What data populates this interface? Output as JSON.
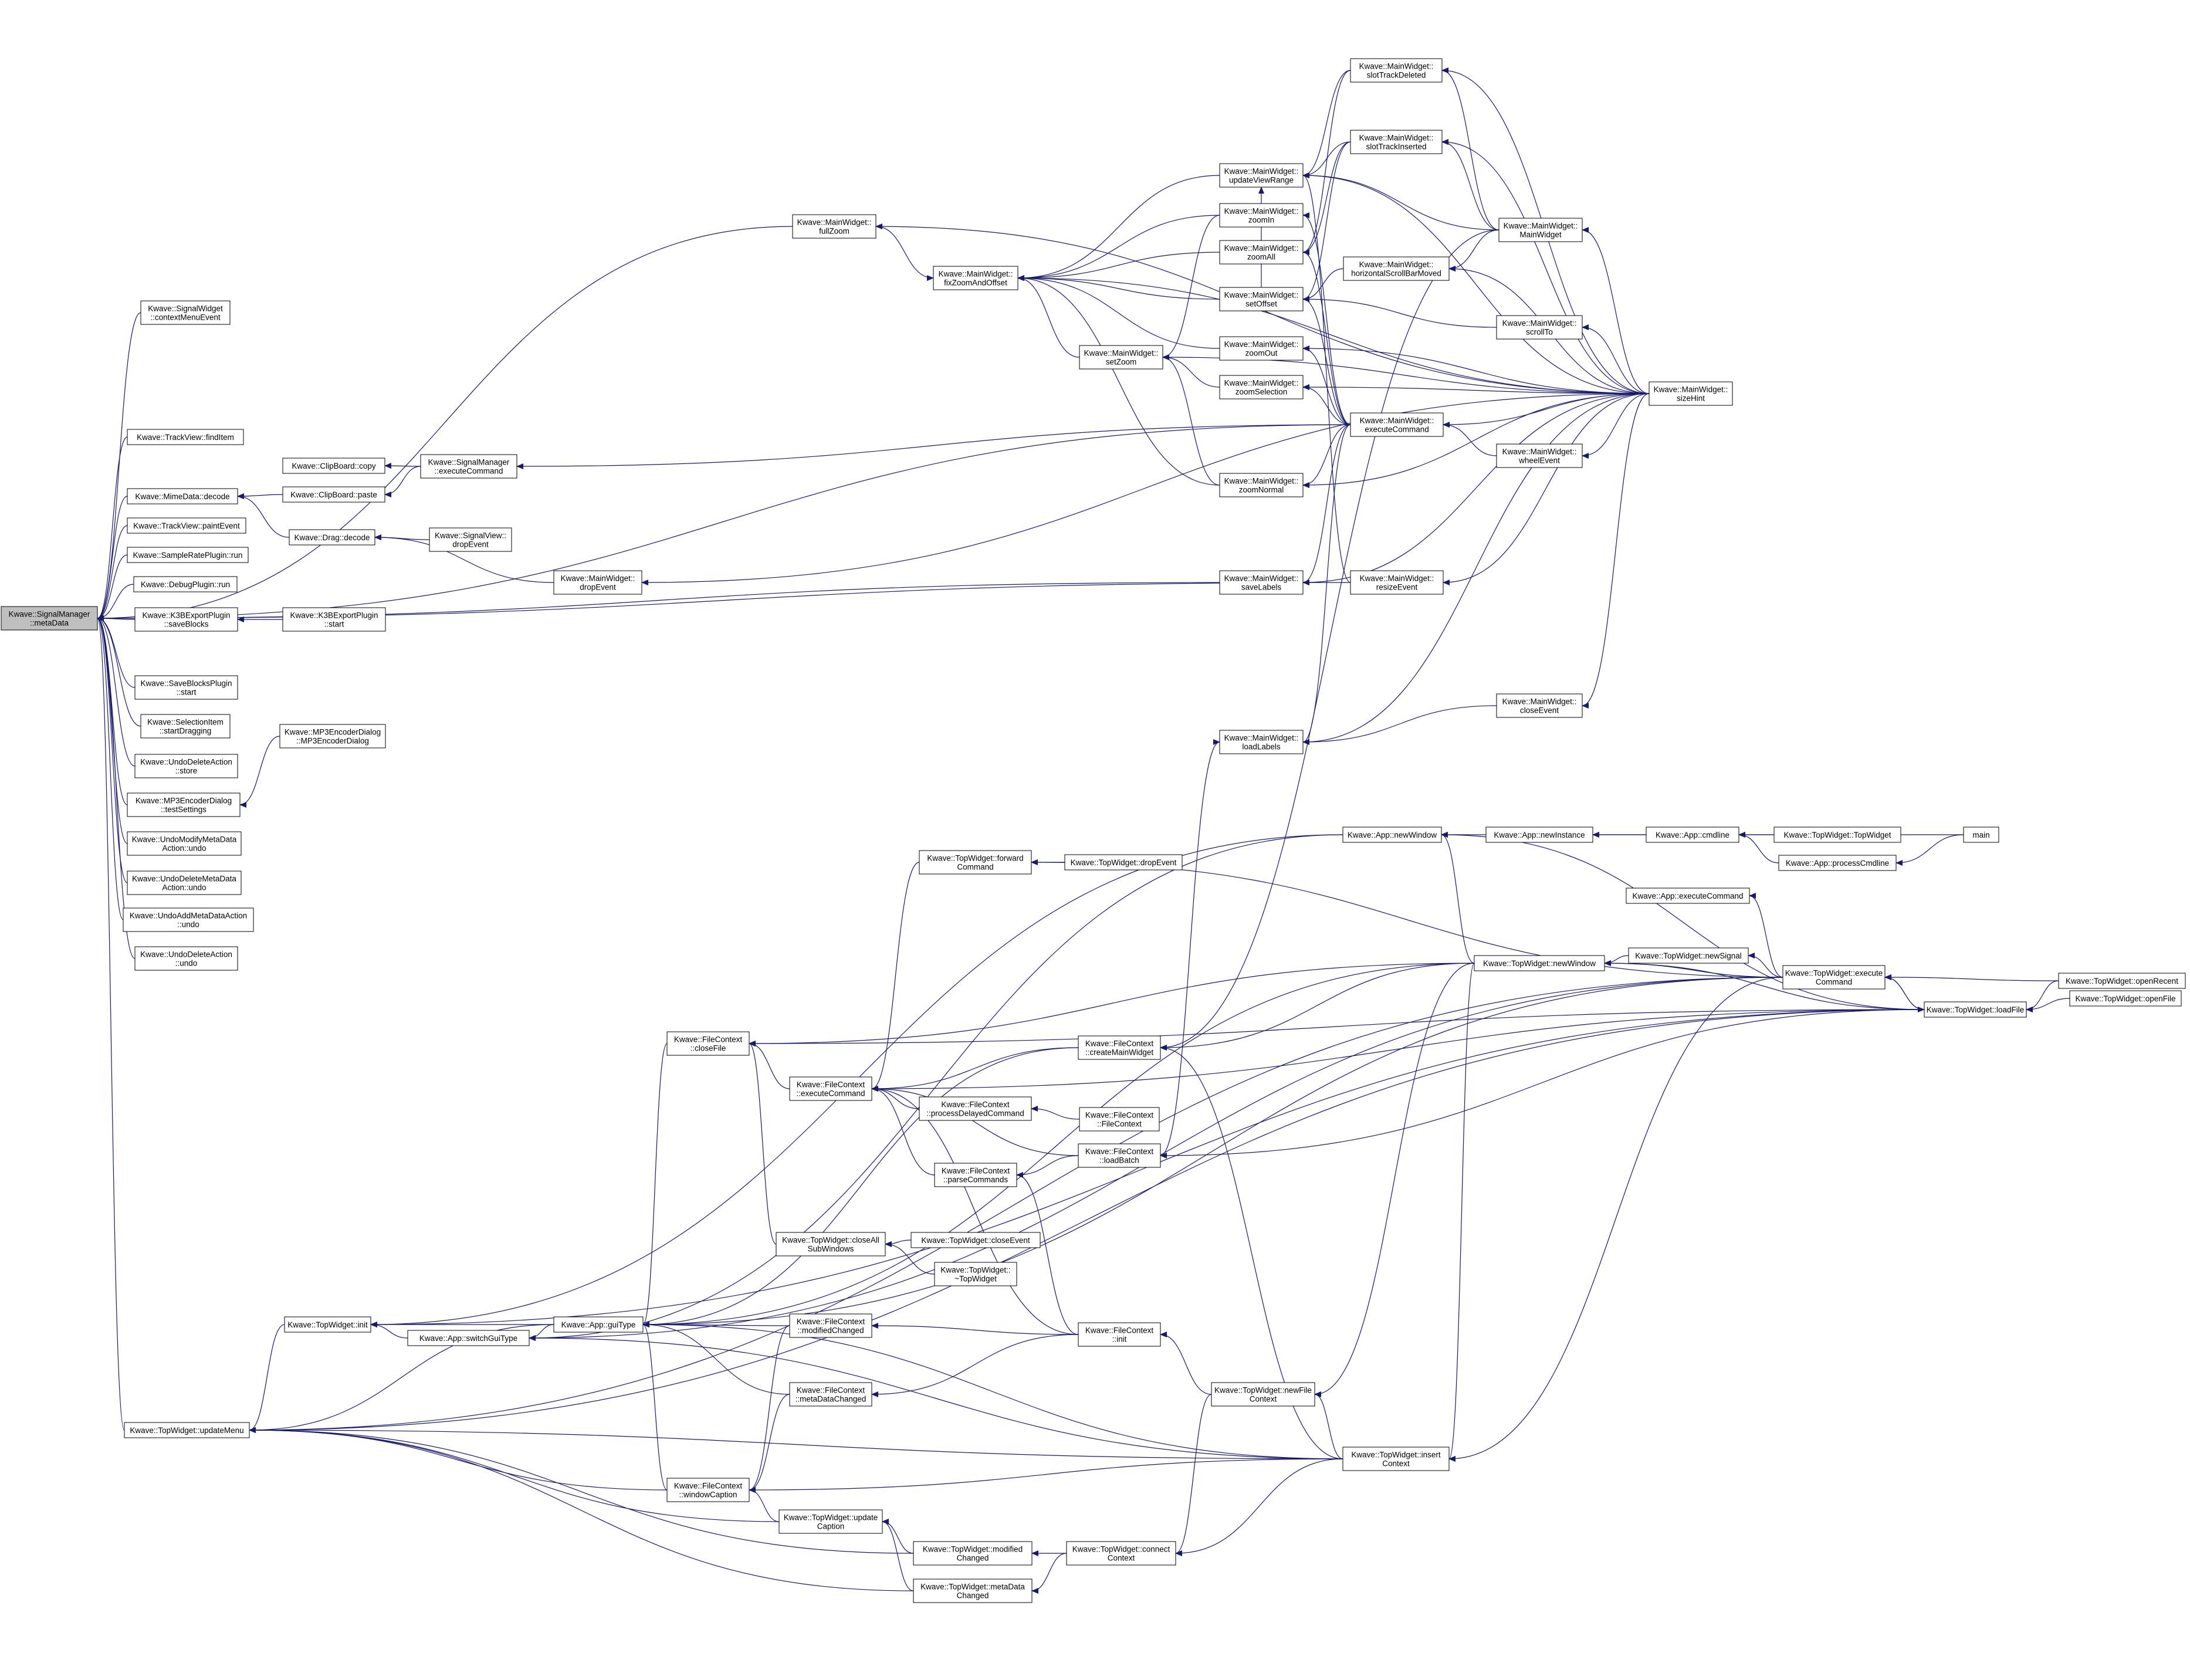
{
  "colors": {
    "edge": "#191970",
    "node_border": "#000000",
    "node_fill": "#ffffff",
    "root_fill": "#bfbfbf",
    "text": "#000000"
  },
  "nodes": {
    "root": {
      "lines": [
        "Kwave::SignalManager",
        "::metaData"
      ]
    },
    "sw_ctx": {
      "lines": [
        "Kwave::SignalWidget",
        "::contextMenuEvent"
      ]
    },
    "tv_find": {
      "lines": [
        "Kwave::TrackView::findItem"
      ]
    },
    "md_decode": {
      "lines": [
        "Kwave::MimeData::decode"
      ]
    },
    "tv_paint": {
      "lines": [
        "Kwave::TrackView::paintEvent"
      ]
    },
    "srp_run": {
      "lines": [
        "Kwave::SampleRatePlugin::run"
      ]
    },
    "dbg_run": {
      "lines": [
        "Kwave::DebugPlugin::run"
      ]
    },
    "k3b_save": {
      "lines": [
        "Kwave::K3BExportPlugin",
        "::saveBlocks"
      ]
    },
    "sbp_start": {
      "lines": [
        "Kwave::SaveBlocksPlugin",
        "::start"
      ]
    },
    "sel_drag": {
      "lines": [
        "Kwave::SelectionItem",
        "::startDragging"
      ]
    },
    "uda_store": {
      "lines": [
        "Kwave::UndoDeleteAction",
        "::store"
      ]
    },
    "mp3_test": {
      "lines": [
        "Kwave::MP3EncoderDialog",
        "::testSettings"
      ]
    },
    "umm_undo": {
      "lines": [
        "Kwave::UndoModifyMetaData",
        "Action::undo"
      ]
    },
    "udm_undo": {
      "lines": [
        "Kwave::UndoDeleteMetaData",
        "Action::undo"
      ]
    },
    "uam_undo": {
      "lines": [
        "Kwave::UndoAddMetaDataAction",
        "::undo"
      ]
    },
    "uda_undo": {
      "lines": [
        "Kwave::UndoDeleteAction",
        "::undo"
      ]
    },
    "tw_updmenu": {
      "lines": [
        "Kwave::TopWidget::updateMenu"
      ]
    },
    "cb_copy": {
      "lines": [
        "Kwave::ClipBoard::copy"
      ]
    },
    "cb_paste": {
      "lines": [
        "Kwave::ClipBoard::paste"
      ]
    },
    "drag_decode": {
      "lines": [
        "Kwave::Drag::decode"
      ]
    },
    "k3b_start": {
      "lines": [
        "Kwave::K3BExportPlugin",
        "::start"
      ]
    },
    "mp3_ctor": {
      "lines": [
        "Kwave::MP3EncoderDialog",
        "::MP3EncoderDialog"
      ]
    },
    "tw_init": {
      "lines": [
        "Kwave::TopWidget::init"
      ]
    },
    "sm_exec": {
      "lines": [
        "Kwave::SignalManager",
        "::executeCommand"
      ]
    },
    "sv_drop": {
      "lines": [
        "Kwave::SignalView::",
        "dropEvent"
      ]
    },
    "app_switch": {
      "lines": [
        "Kwave::App::switchGuiType"
      ]
    },
    "app_gui": {
      "lines": [
        "Kwave::App::guiType"
      ]
    },
    "mw_drop": {
      "lines": [
        "Kwave::MainWidget::",
        "dropEvent"
      ]
    },
    "mw_full": {
      "lines": [
        "Kwave::MainWidget::",
        "fullZoom"
      ]
    },
    "fc_close": {
      "lines": [
        "Kwave::FileContext",
        "::closeFile"
      ]
    },
    "fc_wincap": {
      "lines": [
        "Kwave::FileContext",
        "::windowCaption"
      ]
    },
    "tw_closeall": {
      "lines": [
        "Kwave::TopWidget::closeAll",
        "SubWindows"
      ]
    },
    "fc_exec": {
      "lines": [
        "Kwave::FileContext",
        "::executeCommand"
      ]
    },
    "fc_modch": {
      "lines": [
        "Kwave::FileContext",
        "::modifiedChanged"
      ]
    },
    "fc_mdch": {
      "lines": [
        "Kwave::FileContext",
        "::metaDataChanged"
      ]
    },
    "tw_updcap": {
      "lines": [
        "Kwave::TopWidget::update",
        "Caption"
      ]
    },
    "tw_fwd": {
      "lines": [
        "Kwave::TopWidget::forward",
        "Command"
      ]
    },
    "fc_pdc": {
      "lines": [
        "Kwave::FileContext",
        "::processDelayedCommand"
      ]
    },
    "fc_parse": {
      "lines": [
        "Kwave::FileContext",
        "::parseCommands"
      ]
    },
    "tw_closeev": {
      "lines": [
        "Kwave::TopWidget::closeEvent"
      ]
    },
    "tw_dtor": {
      "lines": [
        "Kwave::TopWidget::",
        "~TopWidget"
      ]
    },
    "tw_modch": {
      "lines": [
        "Kwave::TopWidget::modified",
        "Changed"
      ]
    },
    "tw_mdch": {
      "lines": [
        "Kwave::TopWidget::metaData",
        "Changed"
      ]
    },
    "mw_fixzoom": {
      "lines": [
        "Kwave::MainWidget::",
        "fixZoomAndOffset"
      ]
    },
    "tw_fwddrop": {
      "lines": [
        "Kwave::TopWidget::dropEvent"
      ]
    },
    "fc_create": {
      "lines": [
        "Kwave::FileContext",
        "::createMainWidget"
      ]
    },
    "fc_ctor": {
      "lines": [
        "Kwave::FileContext",
        "::FileContext"
      ]
    },
    "fc_loadbatch": {
      "lines": [
        "Kwave::FileContext",
        "::loadBatch"
      ]
    },
    "fc_init": {
      "lines": [
        "Kwave::FileContext",
        "::init"
      ]
    },
    "tw_conn": {
      "lines": [
        "Kwave::TopWidget::connect",
        "Context"
      ]
    },
    "mw_setzoom": {
      "lines": [
        "Kwave::MainWidget::",
        "setZoom"
      ]
    },
    "mw_uvr": {
      "lines": [
        "Kwave::MainWidget::",
        "updateViewRange"
      ]
    },
    "mw_zoomin": {
      "lines": [
        "Kwave::MainWidget::",
        "zoomIn"
      ]
    },
    "mw_zoomall": {
      "lines": [
        "Kwave::MainWidget::",
        "zoomAll"
      ]
    },
    "mw_setoff": {
      "lines": [
        "Kwave::MainWidget::",
        "setOffset"
      ]
    },
    "mw_zoomout": {
      "lines": [
        "Kwave::MainWidget::",
        "zoomOut"
      ]
    },
    "mw_zoomsel": {
      "lines": [
        "Kwave::MainWidget::",
        "zoomSelection"
      ]
    },
    "mw_zoomnorm": {
      "lines": [
        "Kwave::MainWidget::",
        "zoomNormal"
      ]
    },
    "mw_savelab": {
      "lines": [
        "Kwave::MainWidget::",
        "saveLabels"
      ]
    },
    "mw_loadlab": {
      "lines": [
        "Kwave::MainWidget::",
        "loadLabels"
      ]
    },
    "tw_newfile": {
      "lines": [
        "Kwave::TopWidget::newFile",
        "Context"
      ]
    },
    "app_newwin": {
      "lines": [
        "Kwave::App::newWindow"
      ]
    },
    "mw_trdel": {
      "lines": [
        "Kwave::MainWidget::",
        "slotTrackDeleted"
      ]
    },
    "mw_trins": {
      "lines": [
        "Kwave::MainWidget::",
        "slotTrackInserted"
      ]
    },
    "mw_hscroll": {
      "lines": [
        "Kwave::MainWidget::",
        "horizontalScrollBarMoved"
      ]
    },
    "mw_exec": {
      "lines": [
        "Kwave::MainWidget::",
        "executeCommand"
      ]
    },
    "mw_resize": {
      "lines": [
        "Kwave::MainWidget::",
        "resizeEvent"
      ]
    },
    "tw_insctx": {
      "lines": [
        "Kwave::TopWidget::insert",
        "Context"
      ]
    },
    "app_newinst": {
      "lines": [
        "Kwave::App::newInstance"
      ]
    },
    "tw_newwin": {
      "lines": [
        "Kwave::TopWidget::newWindow"
      ]
    },
    "mw_ctor": {
      "lines": [
        "Kwave::MainWidget::",
        "MainWidget"
      ]
    },
    "mw_scroll": {
      "lines": [
        "Kwave::MainWidget::",
        "scrollTo"
      ]
    },
    "mw_wheel": {
      "lines": [
        "Kwave::MainWidget::",
        "wheelEvent"
      ]
    },
    "mw_closeev": {
      "lines": [
        "Kwave::MainWidget::",
        "closeEvent"
      ]
    },
    "app_cmdline": {
      "lines": [
        "Kwave::App::cmdline"
      ]
    },
    "app_exec": {
      "lines": [
        "Kwave::App::executeCommand"
      ]
    },
    "tw_newsig": {
      "lines": [
        "Kwave::TopWidget::newSignal"
      ]
    },
    "app_proc": {
      "lines": [
        "Kwave::App::processCmdline"
      ]
    },
    "tw_ctor": {
      "lines": [
        "Kwave::TopWidget::TopWidget"
      ]
    },
    "tw_exec": {
      "lines": [
        "Kwave::TopWidget::execute",
        "Command"
      ]
    },
    "mw_sizehint": {
      "lines": [
        "Kwave::MainWidget::",
        "sizeHint"
      ]
    },
    "tw_loadfile": {
      "lines": [
        "Kwave::TopWidget::loadFile"
      ]
    },
    "main": {
      "lines": [
        "main"
      ]
    },
    "tw_recent": {
      "lines": [
        "Kwave::TopWidget::openRecent"
      ]
    },
    "tw_openfile": {
      "lines": [
        "Kwave::TopWidget::openFile"
      ]
    }
  },
  "edges": [
    [
      "sw_ctx",
      "root"
    ],
    [
      "tv_find",
      "root"
    ],
    [
      "md_decode",
      "root"
    ],
    [
      "tv_paint",
      "root"
    ],
    [
      "srp_run",
      "root"
    ],
    [
      "dbg_run",
      "root"
    ],
    [
      "k3b_save",
      "root"
    ],
    [
      "sbp_start",
      "root"
    ],
    [
      "sel_drag",
      "root"
    ],
    [
      "uda_store",
      "root"
    ],
    [
      "mp3_test",
      "root"
    ],
    [
      "umm_undo",
      "root"
    ],
    [
      "udm_undo",
      "root"
    ],
    [
      "uam_undo",
      "root"
    ],
    [
      "uda_undo",
      "root"
    ],
    [
      "tw_updmenu",
      "root"
    ],
    [
      "mw_full",
      "root"
    ],
    [
      "mw_exec",
      "root"
    ],
    [
      "mw_resize",
      "root"
    ],
    [
      "mw_savelab",
      "root"
    ],
    [
      "cb_paste",
      "md_decode"
    ],
    [
      "drag_decode",
      "md_decode"
    ],
    [
      "k3b_start",
      "k3b_save"
    ],
    [
      "mp3_ctor",
      "mp3_test"
    ],
    [
      "sm_exec",
      "cb_copy"
    ],
    [
      "sm_exec",
      "cb_paste"
    ],
    [
      "sv_drop",
      "drag_decode"
    ],
    [
      "mw_drop",
      "drag_decode"
    ],
    [
      "mw_sizehint",
      "mw_drop"
    ],
    [
      "mw_exec",
      "sm_exec"
    ],
    [
      "tw_init",
      "tw_updmenu"
    ],
    [
      "app_gui",
      "tw_updmenu"
    ],
    [
      "tw_updcap",
      "tw_updmenu"
    ],
    [
      "tw_modch",
      "tw_updmenu"
    ],
    [
      "tw_mdch",
      "tw_updmenu"
    ],
    [
      "tw_insctx",
      "tw_updmenu"
    ],
    [
      "fc_wincap",
      "tw_updmenu"
    ],
    [
      "app_switch",
      "tw_init"
    ],
    [
      "app_gui",
      "tw_init"
    ],
    [
      "app_newwin",
      "tw_init"
    ],
    [
      "app_gui",
      "app_switch"
    ],
    [
      "app_newwin",
      "app_switch"
    ],
    [
      "tw_insctx",
      "app_switch"
    ],
    [
      "fc_close",
      "app_gui"
    ],
    [
      "fc_wincap",
      "app_gui"
    ],
    [
      "fc_modch",
      "app_gui"
    ],
    [
      "fc_mdch",
      "app_gui"
    ],
    [
      "tw_newwin",
      "app_gui"
    ],
    [
      "tw_insctx",
      "app_gui"
    ],
    [
      "fc_create",
      "app_gui"
    ],
    [
      "tw_exec",
      "app_gui"
    ],
    [
      "fc_exec",
      "fc_close"
    ],
    [
      "tw_closeall",
      "fc_close"
    ],
    [
      "tw_newwin",
      "fc_close"
    ],
    [
      "tw_loadfile",
      "fc_close"
    ],
    [
      "fc_modch",
      "fc_wincap"
    ],
    [
      "fc_mdch",
      "fc_wincap"
    ],
    [
      "tw_updcap",
      "fc_wincap"
    ],
    [
      "tw_insctx",
      "fc_wincap"
    ],
    [
      "tw_closeev",
      "tw_closeall"
    ],
    [
      "tw_dtor",
      "tw_closeall"
    ],
    [
      "fc_pdc",
      "fc_exec"
    ],
    [
      "fc_parse",
      "fc_exec"
    ],
    [
      "fc_loadbatch",
      "fc_exec"
    ],
    [
      "fc_create",
      "fc_exec"
    ],
    [
      "tw_loadfile",
      "fc_exec"
    ],
    [
      "fc_init",
      "fc_exec"
    ],
    [
      "tw_fwd",
      "fc_exec"
    ],
    [
      "fc_init",
      "fc_modch"
    ],
    [
      "fc_init",
      "fc_mdch"
    ],
    [
      "tw_modch",
      "tw_updcap"
    ],
    [
      "tw_mdch",
      "tw_updcap"
    ],
    [
      "tw_fwddrop",
      "tw_fwd"
    ],
    [
      "fc_ctor",
      "fc_pdc"
    ],
    [
      "fc_loadbatch",
      "fc_parse"
    ],
    [
      "fc_init",
      "fc_parse"
    ],
    [
      "tw_conn",
      "tw_modch"
    ],
    [
      "tw_conn",
      "tw_mdch"
    ],
    [
      "tw_newfile",
      "tw_conn"
    ],
    [
      "tw_insctx",
      "tw_conn"
    ],
    [
      "tw_newwin",
      "fc_create"
    ],
    [
      "tw_insctx",
      "fc_create"
    ],
    [
      "tw_loadfile",
      "fc_loadbatch"
    ],
    [
      "tw_newfile",
      "fc_init"
    ],
    [
      "tw_newwin",
      "tw_newfile"
    ],
    [
      "tw_insctx",
      "tw_newfile"
    ],
    [
      "tw_newwin",
      "tw_insctx"
    ],
    [
      "tw_exec",
      "tw_insctx"
    ],
    [
      "mw_full",
      "mw_fixzoom"
    ],
    [
      "mw_setzoom",
      "mw_fixzoom"
    ],
    [
      "mw_uvr",
      "mw_fixzoom"
    ],
    [
      "mw_zoomin",
      "mw_fixzoom"
    ],
    [
      "mw_zoomall",
      "mw_fixzoom"
    ],
    [
      "mw_setoff",
      "mw_fixzoom"
    ],
    [
      "mw_zoomout",
      "mw_fixzoom"
    ],
    [
      "mw_zoomnorm",
      "mw_fixzoom"
    ],
    [
      "mw_sizehint",
      "mw_fixzoom"
    ],
    [
      "mw_zoomsel",
      "mw_setzoom"
    ],
    [
      "mw_zoomnorm",
      "mw_setzoom"
    ],
    [
      "mw_zoomin",
      "mw_setzoom"
    ],
    [
      "mw_sizehint",
      "mw_setzoom"
    ],
    [
      "mw_setoff",
      "mw_uvr"
    ],
    [
      "mw_trdel",
      "mw_uvr"
    ],
    [
      "mw_trins",
      "mw_uvr"
    ],
    [
      "mw_ctor",
      "mw_uvr"
    ],
    [
      "mw_resize",
      "mw_uvr"
    ],
    [
      "mw_exec",
      "mw_zoomin"
    ],
    [
      "mw_exec",
      "mw_zoomall"
    ],
    [
      "mw_trdel",
      "mw_zoomall"
    ],
    [
      "mw_trins",
      "mw_zoomall"
    ],
    [
      "mw_hscroll",
      "mw_setoff"
    ],
    [
      "mw_scroll",
      "mw_setoff"
    ],
    [
      "mw_exec",
      "mw_setoff"
    ],
    [
      "mw_trins",
      "mw_setoff"
    ],
    [
      "mw_exec",
      "mw_zoomout"
    ],
    [
      "mw_exec",
      "mw_zoomsel"
    ],
    [
      "mw_exec",
      "mw_zoomnorm"
    ],
    [
      "mw_exec",
      "mw_savelab"
    ],
    [
      "mw_closeev",
      "mw_loadlab"
    ],
    [
      "mw_exec",
      "mw_loadlab"
    ],
    [
      "fc_loadbatch",
      "mw_loadlab"
    ],
    [
      "mw_sizehint",
      "mw_full"
    ],
    [
      "mw_sizehint",
      "mw_uvr"
    ],
    [
      "mw_sizehint",
      "mw_zoomout"
    ],
    [
      "mw_sizehint",
      "mw_zoomsel"
    ],
    [
      "mw_sizehint",
      "mw_zoomnorm"
    ],
    [
      "mw_sizehint",
      "mw_savelab"
    ],
    [
      "mw_sizehint",
      "mw_loadlab"
    ],
    [
      "mw_ctor",
      "mw_trdel"
    ],
    [
      "mw_ctor",
      "mw_trins"
    ],
    [
      "mw_ctor",
      "mw_hscroll"
    ],
    [
      "mw_sizehint",
      "mw_trdel"
    ],
    [
      "mw_sizehint",
      "mw_trins"
    ],
    [
      "mw_sizehint",
      "mw_hscroll"
    ],
    [
      "mw_sizehint",
      "mw_scroll"
    ],
    [
      "mw_sizehint",
      "mw_exec"
    ],
    [
      "mw_wheel",
      "mw_exec"
    ],
    [
      "mw_sizehint",
      "mw_resize"
    ],
    [
      "mw_sizehint",
      "mw_wheel"
    ],
    [
      "mw_sizehint",
      "mw_closeev"
    ],
    [
      "mw_sizehint",
      "mw_ctor"
    ],
    [
      "mw_ctor",
      "fc_create"
    ],
    [
      "app_newinst",
      "app_newwin"
    ],
    [
      "tw_newwin",
      "app_newwin"
    ],
    [
      "tw_loadfile",
      "app_newwin"
    ],
    [
      "app_cmdline",
      "app_newinst"
    ],
    [
      "main",
      "app_newinst"
    ],
    [
      "tw_ctor",
      "app_cmdline"
    ],
    [
      "app_proc",
      "app_cmdline"
    ],
    [
      "main",
      "app_proc"
    ],
    [
      "tw_exec",
      "app_exec"
    ],
    [
      "tw_newsig",
      "tw_newwin"
    ],
    [
      "tw_exec",
      "tw_newsig"
    ],
    [
      "tw_loadfile",
      "tw_newwin"
    ],
    [
      "tw_exec",
      "tw_newwin"
    ],
    [
      "tw_exec",
      "app_switch"
    ],
    [
      "tw_loadfile",
      "tw_exec"
    ],
    [
      "tw_recent",
      "tw_loadfile"
    ],
    [
      "tw_openfile",
      "tw_loadfile"
    ],
    [
      "tw_recent",
      "tw_exec"
    ],
    [
      "tw_exec",
      "tw_loadfile"
    ],
    [
      "tw_loadfile",
      "tw_init"
    ],
    [
      "tw_exec",
      "tw_fwd"
    ],
    [
      "tw_exec",
      "tw_updmenu"
    ],
    [
      "tw_loadfile",
      "tw_updmenu"
    ]
  ]
}
